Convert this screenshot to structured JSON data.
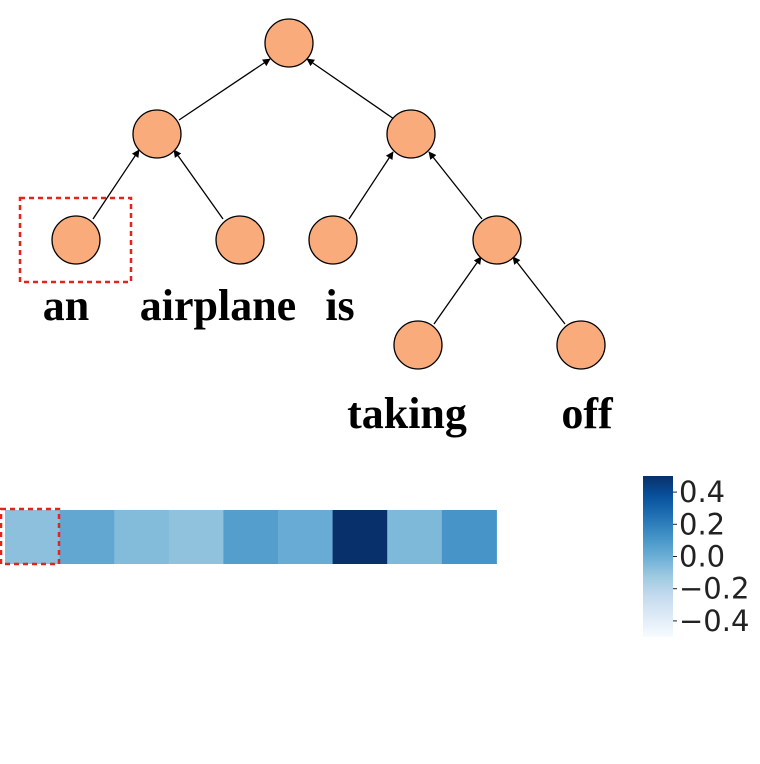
{
  "tree": {
    "node_color": "#f9ab7c",
    "highlight_color": "#e3241b",
    "edge_color": "#000000",
    "words": [
      "an",
      "airplane",
      "is",
      "taking",
      "off"
    ]
  },
  "heatmap": {
    "values": [
      -0.08,
      0.03,
      -0.06,
      -0.09,
      0.07,
      0.01,
      0.52,
      -0.05,
      0.11
    ],
    "highlighted_index": 0
  },
  "colorbar": {
    "min": -0.5,
    "max": 0.5,
    "ticks": [
      "0.4",
      "0.2",
      "0.0",
      "−0.2",
      "−0.4"
    ],
    "tick_values": [
      0.4,
      0.2,
      0.0,
      -0.2,
      -0.4
    ],
    "colormap": [
      "#f7fbff",
      "#deebf7",
      "#c6dbef",
      "#9ecae1",
      "#6baed6",
      "#4292c6",
      "#2171b5",
      "#08519c",
      "#08306b"
    ]
  }
}
